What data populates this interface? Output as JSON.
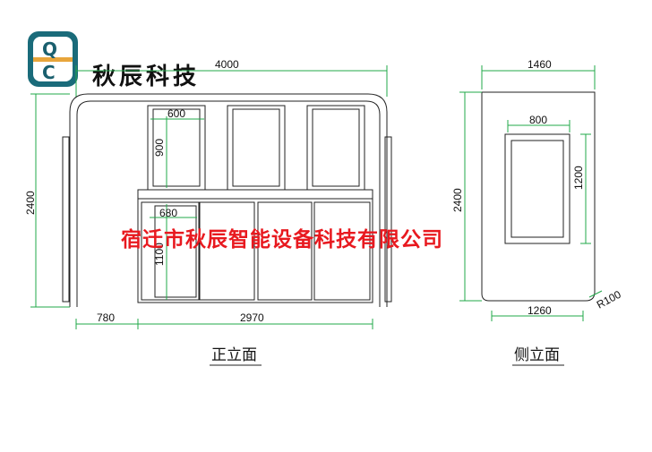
{
  "brand": {
    "name": "秋辰科技",
    "logo_letters": [
      "Q",
      "C"
    ],
    "logo_color": "#1a6b7a",
    "accent_color": "#e8a53b"
  },
  "watermark": "宿迁市秋辰智能设备科技有限公司",
  "watermark_color": "#e8191f",
  "front_view": {
    "caption": "正立面",
    "dims": {
      "total_width": "4000",
      "height": "2400",
      "window_width": "600",
      "window_height": "900",
      "lower_panel_width": "680",
      "lower_panel_height": "1100",
      "left_offset": "780",
      "cabinet_width": "2970"
    }
  },
  "side_view": {
    "caption": "侧立面",
    "dims": {
      "top_width": "1460",
      "window_width": "800",
      "window_height": "1200",
      "height": "2400",
      "bottom_width": "1260",
      "corner_radius": "R100"
    }
  }
}
